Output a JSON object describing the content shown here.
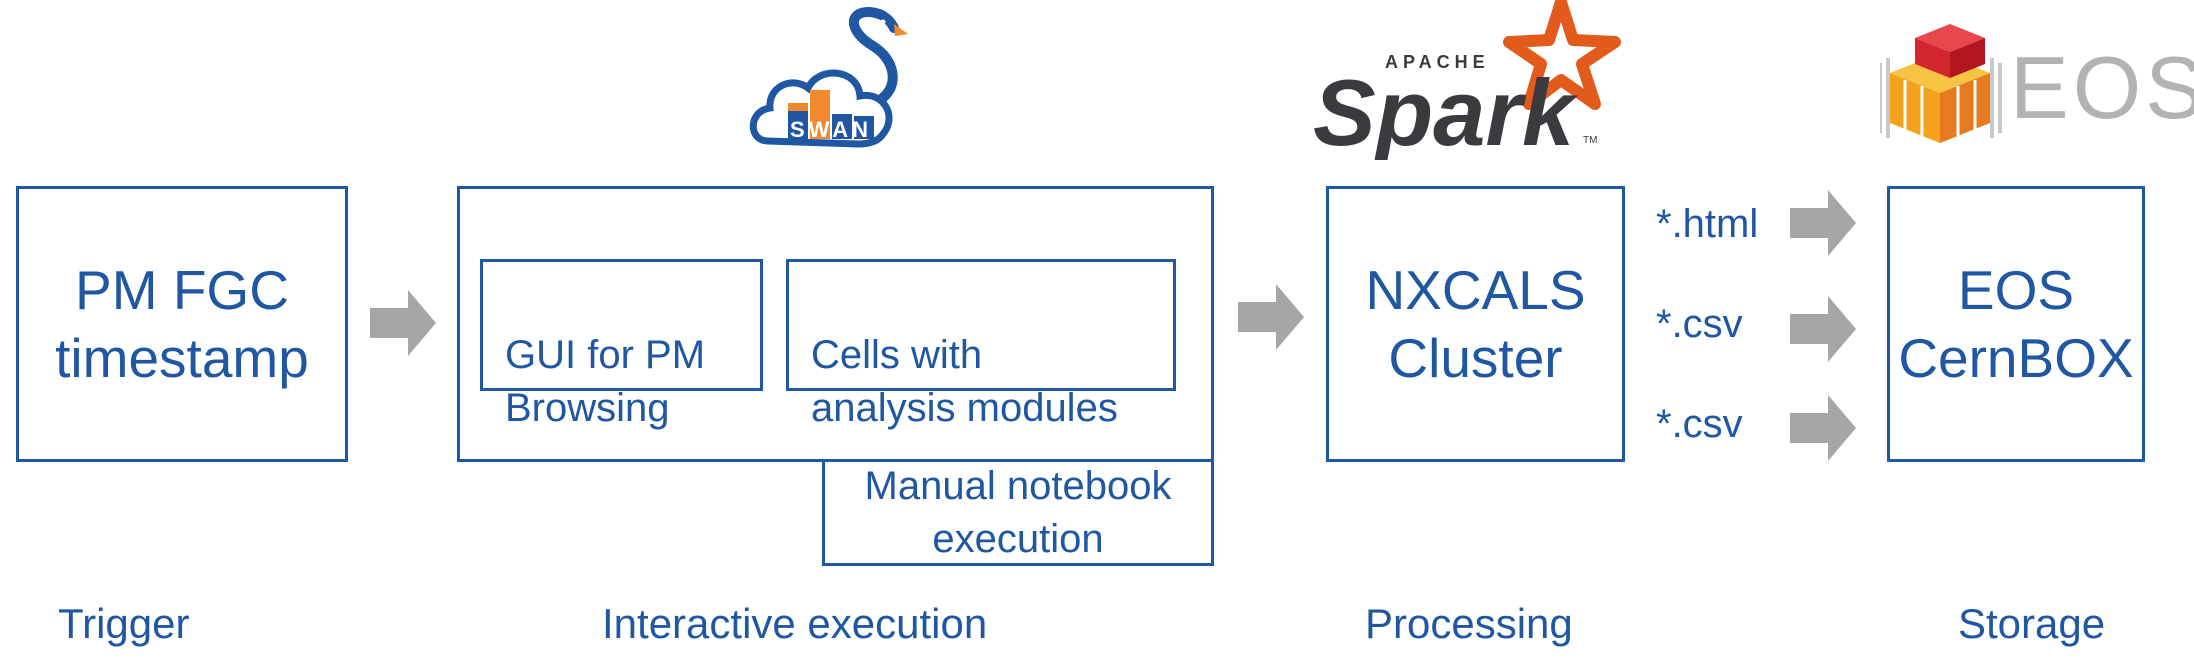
{
  "logos": {
    "swan": "SWAN",
    "apache": "APACHE",
    "spark": "Spark",
    "tm": "TM",
    "eos": "EOS"
  },
  "boxes": {
    "trigger_box": "PM FGC\ntimestamp",
    "gui_browsing": "GUI for PM\nBrowsing",
    "cells_modules": "Cells with\nanalysis modules",
    "manual_execution": "Manual notebook\nexecution",
    "nxcals": "NXCALS\nCluster",
    "storage_box": "EOS\nCernBOX"
  },
  "extensions": [
    "*.html",
    "*.csv",
    "*.csv"
  ],
  "stages": {
    "trigger": "Trigger",
    "interactive": "Interactive execution",
    "processing": "Processing",
    "storage": "Storage"
  },
  "colors": {
    "primary": "#1f57a3",
    "arrow": "#a6a6a6",
    "spark_star": "#e25a1c",
    "spark_text": "#3c3a3e",
    "eos_gray": "#b3b3b3"
  }
}
